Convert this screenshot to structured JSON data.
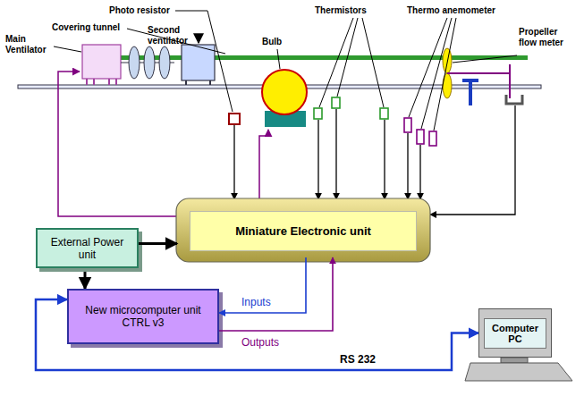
{
  "diagram": {
    "nodes": [
      {
        "text": [
          "Miniature Electronic unit"
        ]
      },
      {
        "text": [
          "External Power unit"
        ]
      },
      {
        "text": [
          "New microcomputer unit CTRL v3"
        ]
      },
      {
        "text": [
          "Computer PC"
        ]
      }
    ],
    "edges": [
      {
        "from": 1,
        "to": 0,
        "arrow": "to"
      },
      {
        "from": 1,
        "to": 2,
        "arrow": "to"
      },
      {
        "from": 0,
        "to": 2,
        "label": "Inputs",
        "arrow": "to"
      },
      {
        "from": 2,
        "to": 0,
        "label": "Outputs",
        "arrow": "to"
      },
      {
        "from": 2,
        "to": 3,
        "label": "RS 232",
        "arrow": "both"
      }
    ],
    "labels": [
      "Photo resistor",
      "Covering tunnel",
      "Main Ventilator",
      "Second ventilator",
      "Bulb",
      "Thermistors",
      "Thermo anemometer",
      "Propeller flow meter"
    ]
  }
}
